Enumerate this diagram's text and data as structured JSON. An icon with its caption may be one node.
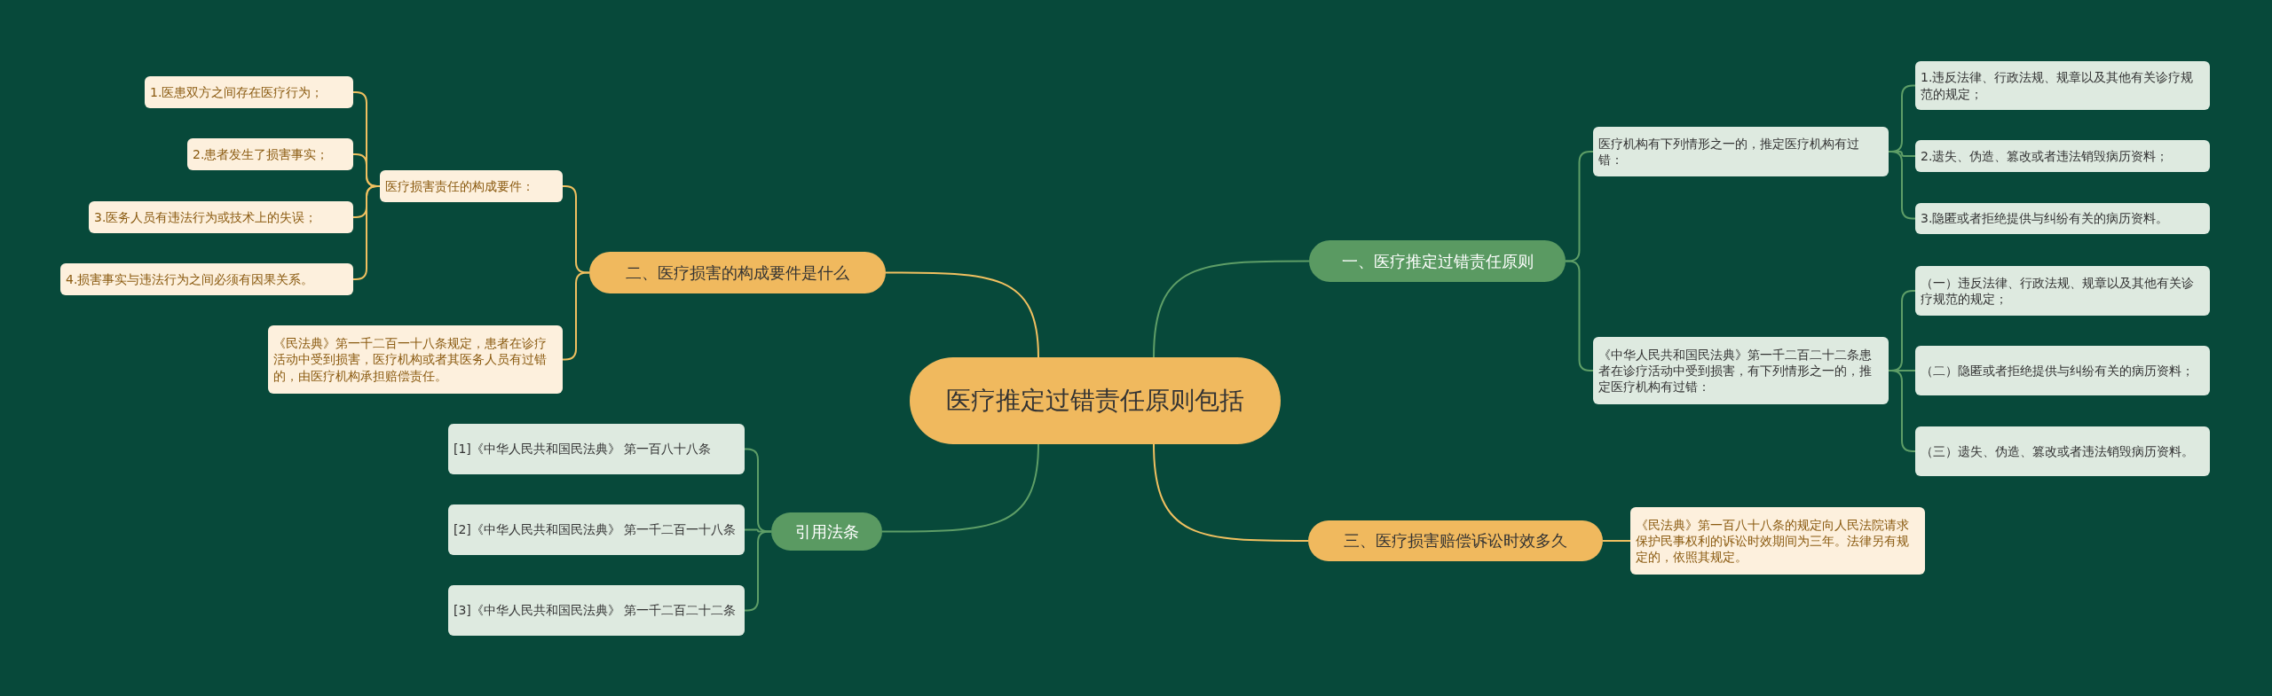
{
  "diagram": {
    "nodes": [
      {
        "text": [
          "医疗推定过错责任原则包括"
        ]
      },
      {
        "text": [
          "一、医疗推定过错责任原则"
        ]
      },
      {
        "text": [
          "医疗机构有下列情形之一的，推定医疗机构有过错："
        ]
      },
      {
        "text": [
          "1.违反法律、行政法规、规章以及其他有关诊疗规范的规定；"
        ]
      },
      {
        "text": [
          "2.遗失、伪造、篡改或者违法销毁病历资料；"
        ]
      },
      {
        "text": [
          "3.隐匿或者拒绝提供与纠纷有关的病历资料。"
        ]
      },
      {
        "text": [
          "《中华人民共和国民法典》第一千二百二十二条患者在诊疗活动中受到损害，有下列情形之一的，推定医疗机构有过错："
        ]
      },
      {
        "text": [
          "（一）违反法律、行政法规、规章以及其他有关诊疗规范的规定；"
        ]
      },
      {
        "text": [
          "（二）隐匿或者拒绝提供与纠纷有关的病历资料；"
        ]
      },
      {
        "text": [
          "（三）遗失、伪造、篡改或者违法销毁病历资料。"
        ]
      },
      {
        "text": [
          "二、医疗损害的构成要件是什么"
        ]
      },
      {
        "text": [
          "医疗损害责任的构成要件："
        ]
      },
      {
        "text": [
          "1.医患双方之间存在医疗行为；"
        ]
      },
      {
        "text": [
          "2.患者发生了损害事实；"
        ]
      },
      {
        "text": [
          "3.医务人员有违法行为或技术上的失误；"
        ]
      },
      {
        "text": [
          "4.损害事实与违法行为之间必须有因果关系。"
        ]
      },
      {
        "text": [
          "《民法典》第一千二百一十八条规定，患者在诊疗活动中受到损害，医疗机构或者其医务人员有过错的，由医疗机构承担赔偿责任。"
        ]
      },
      {
        "text": [
          "引用法条"
        ]
      },
      {
        "text": [
          "[1]《中华人民共和国民法典》 第一百八十八条"
        ]
      },
      {
        "text": [
          "[2]《中华人民共和国民法典》 第一千二百一十八条"
        ]
      },
      {
        "text": [
          "[3]《中华人民共和国民法典》 第一千二百二十二条"
        ]
      },
      {
        "text": [
          "三、医疗损害赔偿诉讼时效多久"
        ]
      },
      {
        "text": [
          "《民法典》第一百八十八条的规定向人民法院请求保护民事权利的诉讼时效期间为三年。法律另有规定的，依照其规定。"
        ]
      }
    ],
    "edges": [
      {
        "from": 0,
        "to": 1,
        "arrow": "none"
      },
      {
        "from": 1,
        "to": 2,
        "arrow": "none"
      },
      {
        "from": 2,
        "to": 3,
        "arrow": "none"
      },
      {
        "from": 2,
        "to": 4,
        "arrow": "none"
      },
      {
        "from": 2,
        "to": 5,
        "arrow": "none"
      },
      {
        "from": 1,
        "to": 6,
        "arrow": "none"
      },
      {
        "from": 6,
        "to": 7,
        "arrow": "none"
      },
      {
        "from": 6,
        "to": 8,
        "arrow": "none"
      },
      {
        "from": 6,
        "to": 9,
        "arrow": "none"
      },
      {
        "from": 0,
        "to": 10,
        "arrow": "none",
        "color": "#f0c060"
      },
      {
        "from": 10,
        "to": 11,
        "arrow": "none",
        "color": "#f0c060"
      },
      {
        "from": 11,
        "to": 12,
        "arrow": "none",
        "color": "#f0c060"
      },
      {
        "from": 11,
        "to": 13,
        "arrow": "none",
        "color": "#f0c060"
      },
      {
        "from": 11,
        "to": 14,
        "arrow": "none",
        "color": "#f0c060"
      },
      {
        "from": 11,
        "to": 15,
        "arrow": "none",
        "color": "#f0c060"
      },
      {
        "from": 10,
        "to": 16,
        "arrow": "none",
        "color": "#f0c060"
      },
      {
        "from": 0,
        "to": 17,
        "arrow": "none"
      },
      {
        "from": 17,
        "to": 18,
        "arrow": "none"
      },
      {
        "from": 17,
        "to": 19,
        "arrow": "none"
      },
      {
        "from": 17,
        "to": 20,
        "arrow": "none"
      },
      {
        "from": 0,
        "to": 21,
        "arrow": "none",
        "color": "#f0c060"
      },
      {
        "from": 21,
        "to": 22,
        "arrow": "none",
        "color": "#f0c060"
      }
    ]
  }
}
